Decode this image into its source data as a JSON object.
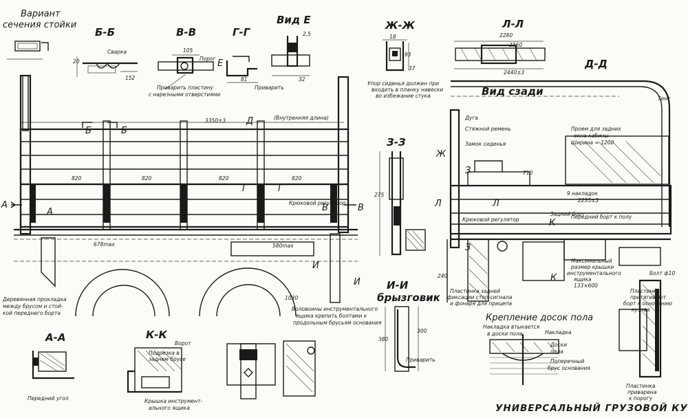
{
  "title": "УНИВЕРСАЛЬНЫЙ ГРУЗОВОЙ КУЗОВ",
  "section_labels": {
    "variant": "Вариант",
    "variant_sub": "сечения стойки",
    "bb": "Б-Б",
    "vv": "В-В",
    "gg": "Г-Г",
    "vid_e": "Вид Е",
    "zhzh": "Ж-Ж",
    "ll": "Л-Л",
    "dd": "Д-Д",
    "vid_szadi": "Вид сзади",
    "zz": "З-З",
    "ii": "И-И",
    "bryzgovik": "брызговик",
    "aa": "А-А",
    "kk": "К-К",
    "kreplenie": "Крепление досок пола"
  },
  "notes": {
    "svarka": "Сварка",
    "porog": "Порог",
    "privarit_plastinu": "Приварить пластину",
    "s_narez": "с нарезными отверстиями",
    "privarit": "Приварить",
    "privarit2": "Приварить",
    "upor_1": "Упор сиденья должен при",
    "upor_2": "входить в планку навески",
    "upor_3": "во избежание стука",
    "vnutr_dlina": "(Внутренняя длина)",
    "dim_3350": "3350±3",
    "dim_2160": "2160",
    "dim_2280": "2280",
    "dim_2440": "2440±3",
    "tent": "Тент",
    "dug": "Дуга",
    "remen": "Стяжной ремень",
    "zamok": "Замок сиденья",
    "proem_1": "Проем для задних",
    "proem_2": "окна кабины",
    "proem_3": "Ширина ≈ 1200",
    "krov_reg": "Крюковой регулятор",
    "krov_reg2": "Крюковой регулятор",
    "n820a": "820",
    "n820b": "820",
    "n820c": "820",
    "n820d": "820",
    "n678": "678max",
    "n580": "580max",
    "n1030": "1030",
    "n710": "710",
    "d_dosk": "Деревянная прокладка",
    "d_dosk2": "между брусом и стой-",
    "d_dosk3": "кой переднего борта",
    "volok_1": "Воловоины инструментального",
    "volok_2": "ящика крепить болтами к",
    "volok_3": "продольным брусьям основания",
    "perednij_ugol": "Передний угол",
    "podrezka_1": "Подрезка в",
    "podrezka_2": "заднем брусе",
    "vorot": "Ворот",
    "kryshka_1": "Крышка инструмент-",
    "kryshka_2": "ального ящика",
    "nakladka_1": "Накладка втыкается",
    "nakladka_2": "в доски пола",
    "nakladka3": "Накладка",
    "doski_1": "Доски",
    "doski_2": "пола",
    "brus_1": "Поперечный",
    "brus_2": "брус основания",
    "plastinka_1": "Пластинка задней",
    "plastinka_2": "фиксации стоп-сигнала",
    "plastinka_3": "и фонаря для прицепа",
    "instr_1": "Максимальный",
    "instr_2": "размер крышки",
    "instr_3": "инструментального",
    "instr_4": "ящика",
    "instr_5": "133×600",
    "prit_1": "Пластинку",
    "prit_2": "притягивают",
    "prit_3": "борт к основанию",
    "prit_4": "кузова",
    "prit2_1": "Пластинка",
    "prit2_2": "приварена",
    "prit2_3": "к порогу",
    "bolt": "Болт ф10",
    "zadn_bort": "Задний борт",
    "perednij_bort": "Передний борт к полу",
    "dim_9": "9 накладок",
    "dim_2235": "2235±3",
    "lbl_A1": "А",
    "lbl_A2": "А",
    "lbl_B1": "Б",
    "lbl_B2": "Б",
    "lbl_V1": "В",
    "lbl_V2": "В",
    "lbl_G1": "Г",
    "lbl_G2": "Г",
    "lbl_D1": "Д",
    "lbl_E1": "Е",
    "lbl_I1": "И",
    "lbl_I2": "И",
    "lbl_Zh": "Ж",
    "lbl_L": "Л",
    "lbl_L2": "Л",
    "lbl_Z": "З",
    "lbl_Z2": "З",
    "lbl_K": "К",
    "lbl_K2": "К",
    "m_20": "20",
    "m_152": "152",
    "m_105": "105",
    "m_81": "81",
    "m_32": "32",
    "m_25": "2,5",
    "m_93": "93",
    "m_18": "18",
    "m_37": "37",
    "m_275": "275",
    "m_380": "380",
    "m_300": "300",
    "m_240": "240"
  }
}
